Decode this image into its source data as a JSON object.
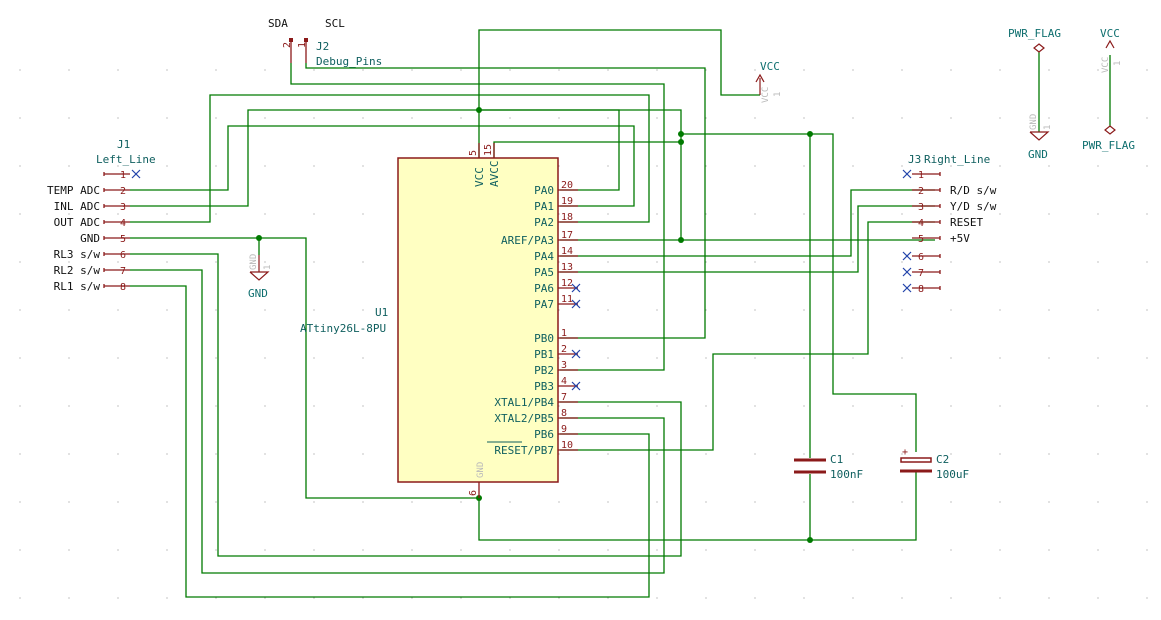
{
  "j1": {
    "ref": "J1",
    "value": "Left_Line",
    "pins": [
      "1",
      "2",
      "3",
      "4",
      "5",
      "6",
      "7",
      "8"
    ],
    "nets": [
      "",
      "TEMP ADC",
      "INL ADC",
      "OUT ADC",
      "GND",
      "RL3 s/w",
      "RL2 s/w",
      "RL1 s/w"
    ]
  },
  "j2": {
    "ref": "J2",
    "value": "Debug_Pins",
    "pins": [
      "2",
      "1"
    ],
    "nets": [
      "SDA",
      "SCL"
    ]
  },
  "j3": {
    "ref": "J3",
    "value": "Right_Line",
    "pins": [
      "1",
      "2",
      "3",
      "4",
      "5",
      "6",
      "7",
      "8"
    ],
    "nets": [
      "",
      "R/D s/w",
      "Y/D s/w",
      "RESET",
      "+5V",
      "",
      "",
      ""
    ]
  },
  "u1": {
    "ref": "U1",
    "value": "ATtiny26L-8PU",
    "top_pins": [
      {
        "num": "5",
        "name": "VCC"
      },
      {
        "num": "15",
        "name": "AVCC"
      }
    ],
    "bottom_pin": {
      "num": "6",
      "name": "GND"
    },
    "right_pins": [
      {
        "num": "20",
        "name": "PA0"
      },
      {
        "num": "19",
        "name": "PA1"
      },
      {
        "num": "18",
        "name": "PA2"
      },
      {
        "num": "17",
        "name": "AREF/PA3"
      },
      {
        "num": "14",
        "name": "PA4"
      },
      {
        "num": "13",
        "name": "PA5"
      },
      {
        "num": "12",
        "name": "PA6"
      },
      {
        "num": "11",
        "name": "PA7"
      },
      {
        "num": "1",
        "name": "PB0"
      },
      {
        "num": "2",
        "name": "PB1"
      },
      {
        "num": "3",
        "name": "PB2"
      },
      {
        "num": "4",
        "name": "PB3"
      },
      {
        "num": "7",
        "name": "XTAL1/PB4"
      },
      {
        "num": "8",
        "name": "XTAL2/PB5"
      },
      {
        "num": "9",
        "name": "PB6"
      },
      {
        "num": "10",
        "name": "RESET/PB7"
      }
    ]
  },
  "c1": {
    "ref": "C1",
    "value": "100nF"
  },
  "c2": {
    "ref": "C2",
    "value": "100uF"
  },
  "power": {
    "vcc": "VCC",
    "gnd": "GND",
    "pwr_flag": "PWR_FLAG",
    "pin_one": "1"
  },
  "colors": {
    "wire": "#007a00",
    "symbol": "#8b1a1a",
    "body_fill": "#ffffc2",
    "text": "#0f5f5f"
  }
}
